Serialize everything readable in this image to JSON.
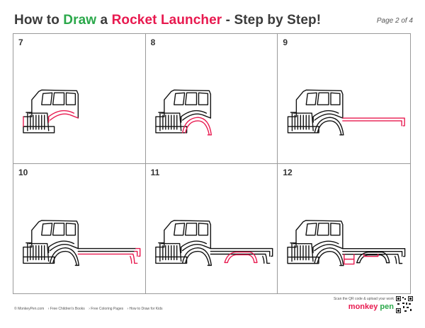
{
  "header": {
    "title_parts": [
      "How to ",
      "Draw",
      " a ",
      "Rocket Launcher",
      " - Step by Step!"
    ],
    "page_label": "Page 2 of 4"
  },
  "steps": [
    {
      "number": "7"
    },
    {
      "number": "8"
    },
    {
      "number": "9"
    },
    {
      "number": "10"
    },
    {
      "number": "11"
    },
    {
      "number": "12"
    }
  ],
  "footer": {
    "links": [
      "© MonkeyPen.com",
      "› Free Children's Books",
      "› Free Coloring Pages",
      "› How to Draw for Kids"
    ],
    "scan_note": "Scan the QR code & upload your work",
    "brand_parts": [
      "monkey",
      " pen"
    ]
  },
  "colors": {
    "green": "#2aa84a",
    "red": "#e8194f",
    "dark": "#3b3b3b"
  }
}
